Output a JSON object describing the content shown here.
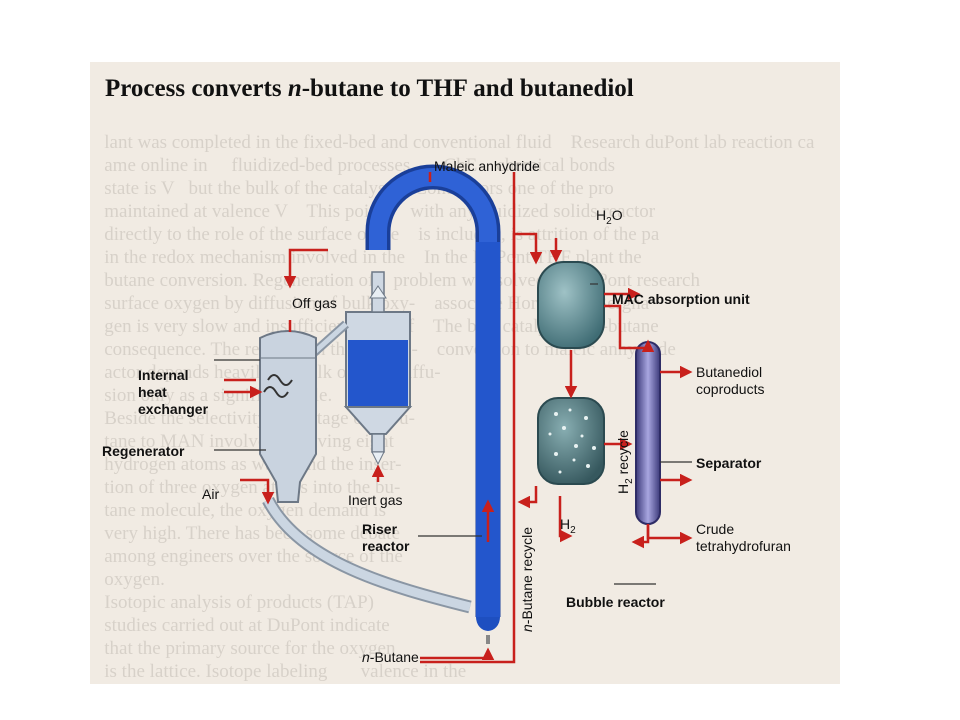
{
  "title_parts": {
    "pre": "Process converts ",
    "italic": "n",
    "post": "-butane to THF and butanediol"
  },
  "labels": {
    "maleic_anhydride": "Maleic anhydride",
    "h2o_base": "H",
    "h2o_sub": "2",
    "h2o_tail": "O",
    "mac_unit": "MAC absorption unit",
    "off_gas": "Off gas",
    "internal_1": "Internal",
    "internal_2": "heat",
    "internal_3": "exchanger",
    "regenerator": "Regenerator",
    "air": "Air",
    "inert_gas": "Inert gas",
    "riser_1": "Riser",
    "riser_2": "reactor",
    "butanediol_1": "Butanediol",
    "butanediol_2": "coproducts",
    "separator": "Separator",
    "crude_1": "Crude",
    "crude_2": "tetrahydrofuran",
    "h2_recycle_base": "H",
    "h2_recycle_sub": "2",
    "h2_recycle_tail": " recycle",
    "h2_base": "H",
    "h2_sub": "2",
    "nbutane_recycle_italic": "n",
    "nbutane_recycle_tail": "-Butane recycle",
    "bubble_reactor": "Bubble reactor",
    "nbutane_italic": "n",
    "nbutane_tail": "-Butane"
  },
  "colors": {
    "arrow": "#c8201c",
    "reactor_blue": "#1e4fc0",
    "vessel_light": "#c9d3df",
    "mac_fill": "#5a8890",
    "bubble_fill": "#486a70",
    "separator_fill": "#52508e"
  }
}
